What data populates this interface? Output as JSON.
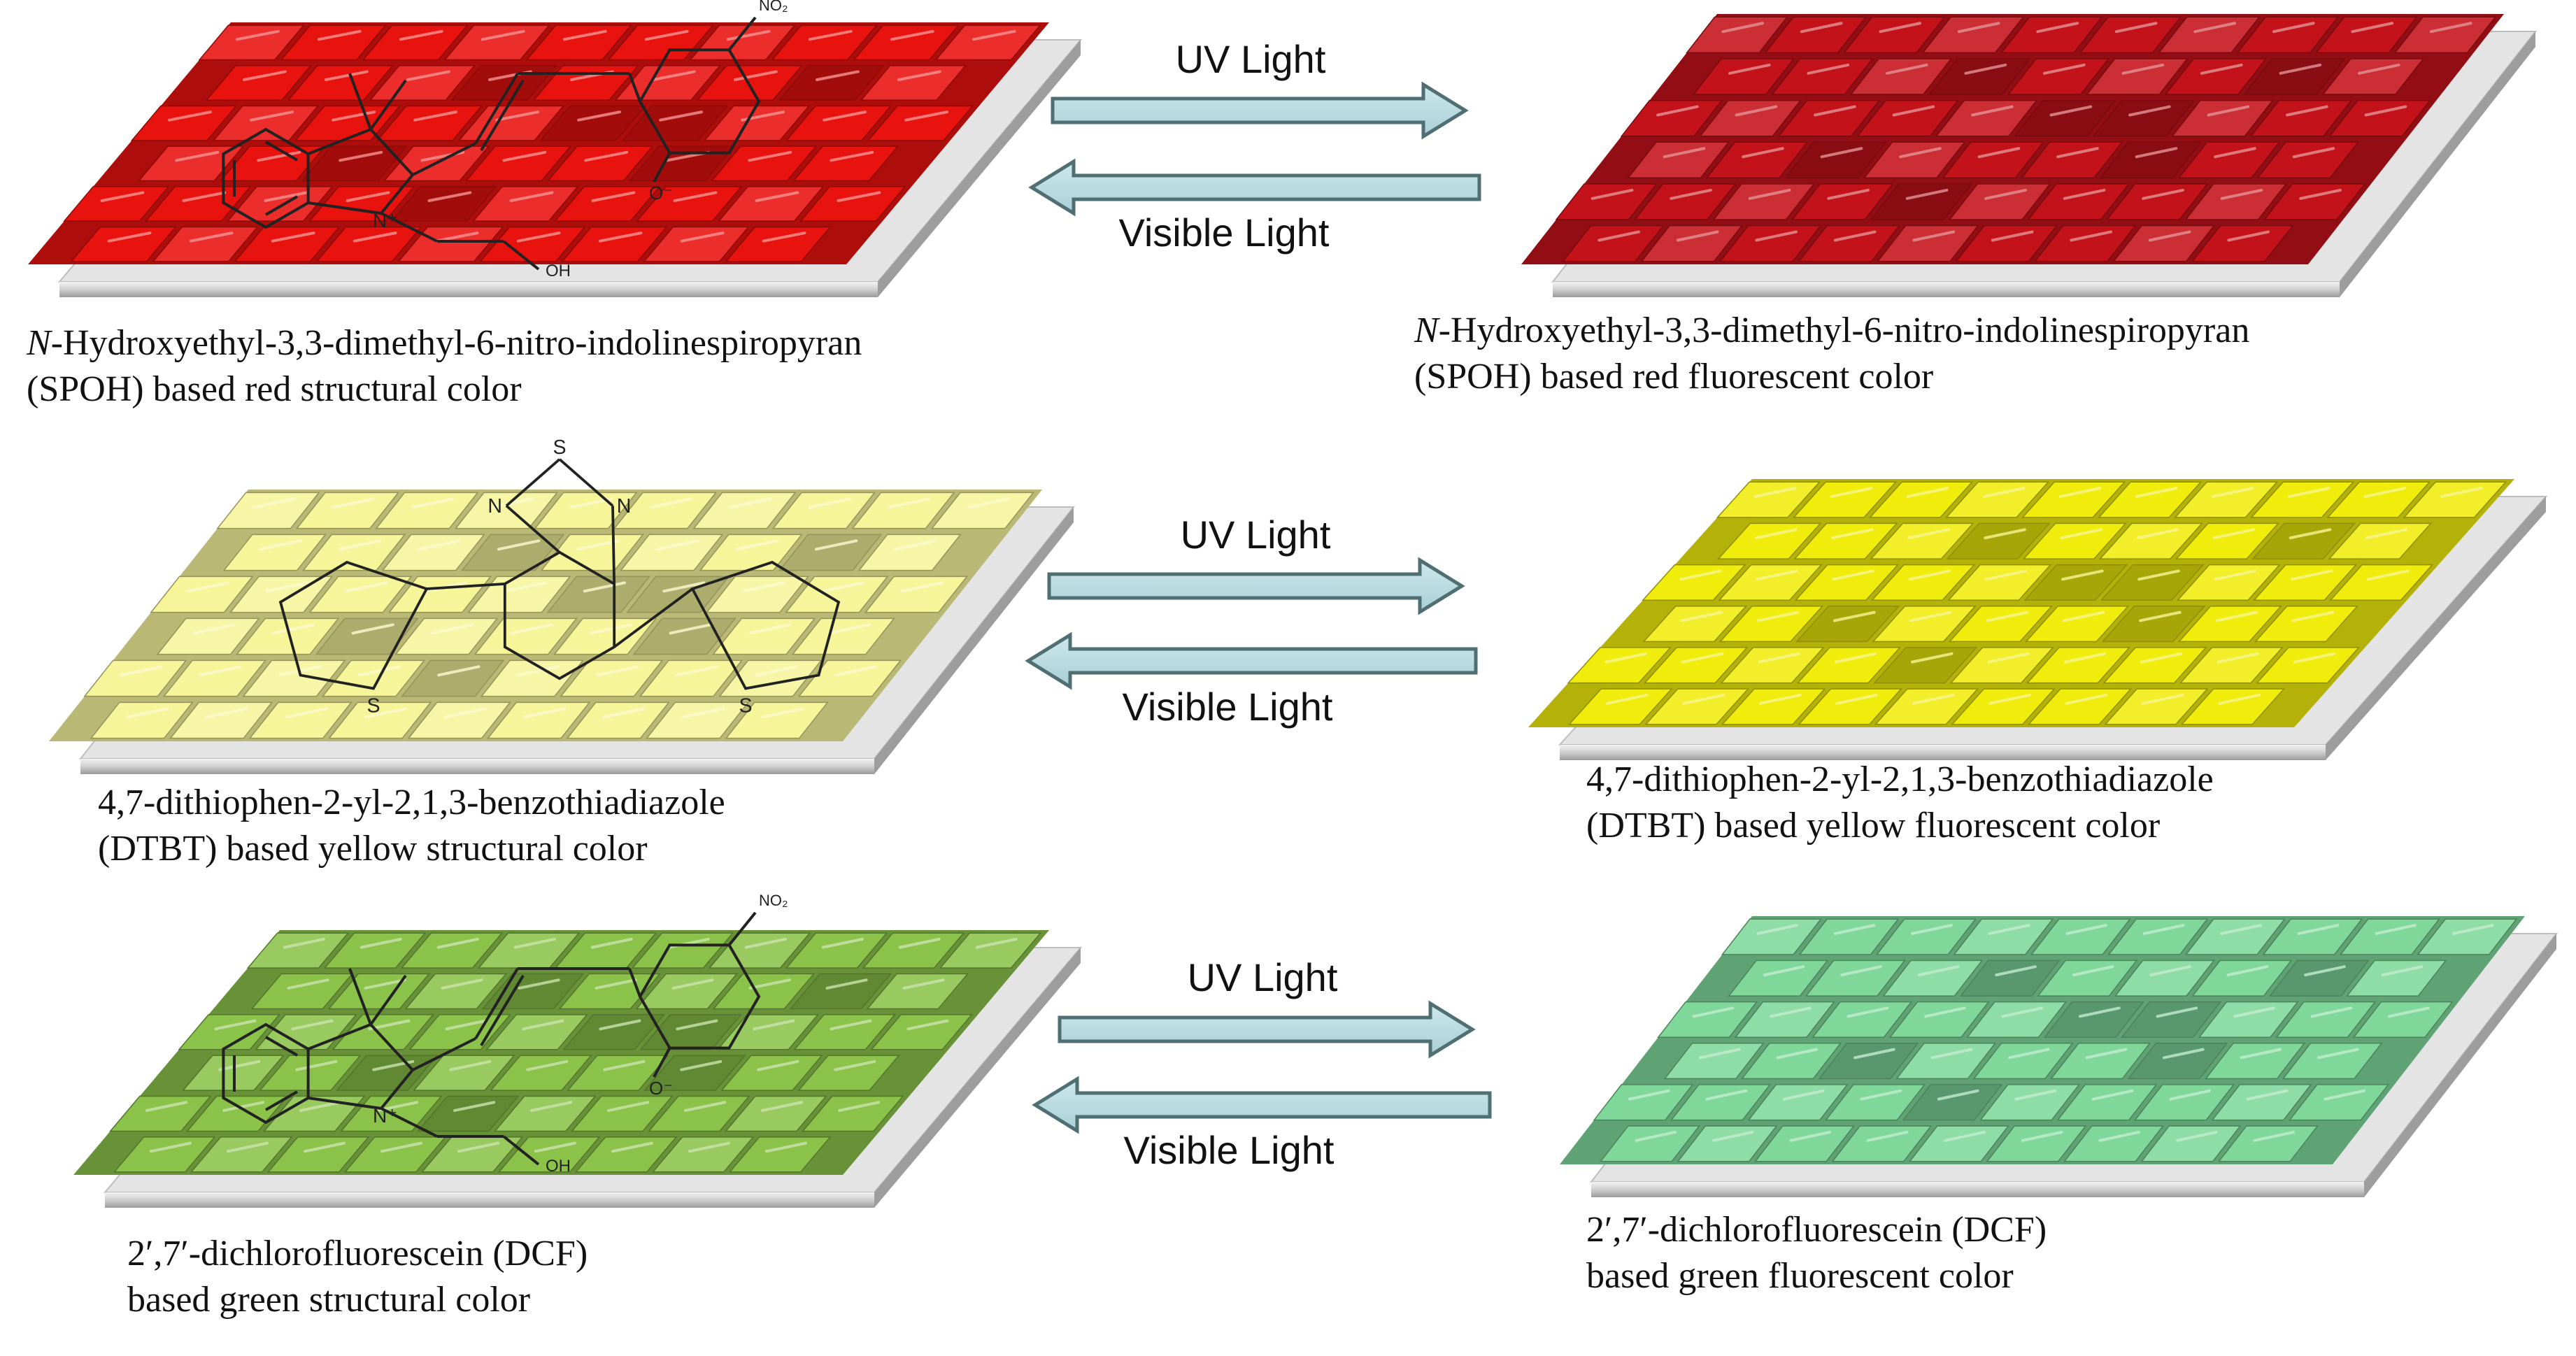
{
  "rows": [
    {
      "id": "spoh",
      "left_color": "#e8120f",
      "right_color": "#c4121a",
      "left_chem": "spiropyran",
      "arrow_forward": "UV Light",
      "arrow_back": "Visible Light",
      "left_caption": {
        "prefix": "N",
        "line1": "-Hydroxyethyl-3,3-dimethyl-6-nitro-indolinespiropyran",
        "line2": "(SPOH) based  red structural color"
      },
      "right_caption": {
        "prefix": "N",
        "line1": "-Hydroxyethyl-3,3-dimethyl-6-nitro-indolinespiropyran",
        "line2": "(SPOH) based  red fluorescent color"
      }
    },
    {
      "id": "dtbt",
      "left_color": "#f6f59a",
      "right_color": "#f0ec0c",
      "left_chem": "dtbt",
      "arrow_forward": "UV Light",
      "arrow_back": "Visible Light",
      "left_caption": {
        "prefix": "",
        "line1": "4,7-dithiophen-2-yl-2,1,3-benzothiadiazole",
        "line2": "(DTBT) based  yellow structural color"
      },
      "right_caption": {
        "prefix": "",
        "line1": "4,7-dithiophen-2-yl-2,1,3-benzothiadiazole",
        "line2": "(DTBT) based  yellow fluorescent color"
      }
    },
    {
      "id": "dcf",
      "left_color": "#8bc34a",
      "right_color": "#7fd89a",
      "left_chem": "spiropyran",
      "arrow_forward": "UV Light",
      "arrow_back": "Visible Light",
      "left_caption": {
        "prefix": "",
        "line1": "2′,7′-dichlorofluorescein (DCF)",
        "line2": "based  green structural color"
      },
      "right_caption": {
        "prefix": "",
        "line1": "2′,7′-dichlorofluorescein (DCF)",
        "line2": "based  green fluorescent color"
      }
    }
  ],
  "chem_labels": {
    "nitro": "NO₂",
    "hydroxyl": "OH",
    "nitrogen_plus": "N⁺",
    "oxygen_minus": "O⁻",
    "nitrogen": "N",
    "sulfur": "S"
  }
}
